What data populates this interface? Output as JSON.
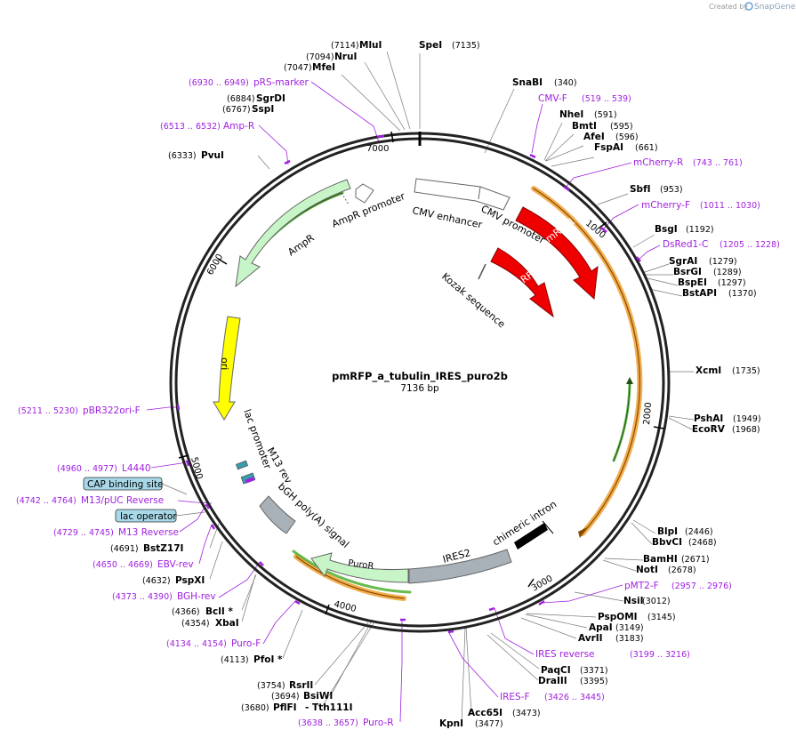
{
  "plasmid": {
    "name": "pmRFP_a_tubulin_IRES_puro2b",
    "length": "7136 bp"
  },
  "credit": {
    "created_by": "Created by",
    "brand": "SnapGene"
  },
  "ticks": [
    "1000",
    "2000",
    "3000",
    "4000",
    "5000",
    "6000",
    "7000"
  ],
  "features": {
    "cmv_enhancer": "CMV enhancer",
    "cmv_promoter": "CMV promoter",
    "mrfp1_a": "mRFP1",
    "mrfp1_b": "mRFP1",
    "kozak": "Kozak sequence",
    "ampr_promoter": "AmpR promoter",
    "ampr": "AmpR",
    "ori": "ori",
    "lac_promoter": "lac promoter",
    "m13_rev": "M13 rev",
    "bgh": "bGH poly(A) signal",
    "puror": "PuroR",
    "ires2": "IRES2",
    "chimeric_intron": "chimeric intron"
  },
  "sites": {
    "mlui": {
      "name": "MluI",
      "pos": "(7114)"
    },
    "nrui": {
      "name": "NruI",
      "pos": "(7094)"
    },
    "mfei": {
      "name": "MfeI",
      "pos": "(7047)"
    },
    "speI": {
      "name": "SpeI",
      "pos": "(7135)"
    },
    "snabi": {
      "name": "SnaBI",
      "pos": "(340)"
    },
    "nhei": {
      "name": "NheI",
      "pos": "(591)"
    },
    "bmti": {
      "name": "BmtI",
      "pos": "(595)"
    },
    "afei": {
      "name": "AfeI",
      "pos": "(596)"
    },
    "fspai": {
      "name": "FspAI",
      "pos": "(661)"
    },
    "sbfi": {
      "name": "SbfI",
      "pos": "(953)"
    },
    "bsgi": {
      "name": "BsgI",
      "pos": "(1192)"
    },
    "sgrai": {
      "name": "SgrAI",
      "pos": "(1279)"
    },
    "bsrgi": {
      "name": "BsrGI",
      "pos": "(1289)"
    },
    "bspei": {
      "name": "BspEI",
      "pos": "(1297)"
    },
    "bstapi": {
      "name": "BstAPI",
      "pos": "(1370)"
    },
    "xcmi": {
      "name": "XcmI",
      "pos": "(1735)"
    },
    "pshai": {
      "name": "PshAI",
      "pos": "(1949)"
    },
    "ecorv": {
      "name": "EcoRV",
      "pos": "(1968)"
    },
    "blpi": {
      "name": "BlpI",
      "pos": "(2446)"
    },
    "bbvci": {
      "name": "BbvCI",
      "pos": "(2468)"
    },
    "bamhi": {
      "name": "BamHI",
      "pos": "(2671)"
    },
    "noti": {
      "name": "NotI",
      "pos": "(2678)"
    },
    "nsii": {
      "name": "NsiI",
      "pos": "(3012)"
    },
    "pspomi": {
      "name": "PspOMI",
      "pos": "(3145)"
    },
    "apai": {
      "name": "ApaI",
      "pos": "(3149)"
    },
    "avrii": {
      "name": "AvrII",
      "pos": "(3183)"
    },
    "paqci": {
      "name": "PaqCI",
      "pos": "(3371)"
    },
    "draiii": {
      "name": "DraIII",
      "pos": "(3395)"
    },
    "acc65i": {
      "name": "Acc65I",
      "pos": "(3473)"
    },
    "kpni": {
      "name": "KpnI",
      "pos": "(3477)"
    },
    "rsrii": {
      "name": "RsrII",
      "pos": "(3754)"
    },
    "bsiwi": {
      "name": "BsiWI",
      "pos": "(3694)"
    },
    "pflfi": {
      "name": "PflFI",
      "pos": "(3680)"
    },
    "tth111i": {
      "name": "- Tth111I"
    },
    "pfoi": {
      "name": "PfoI *",
      "pos": "(4113)"
    },
    "xbai": {
      "name": "XbaI",
      "pos": "(4354)"
    },
    "bcli": {
      "name": "BclI *",
      "pos": "(4366)"
    },
    "pspxi": {
      "name": "PspXI",
      "pos": "(4632)"
    },
    "bstz17i": {
      "name": "BstZ17I",
      "pos": "(4691)"
    },
    "pvui": {
      "name": "PvuI",
      "pos": "(6333)"
    },
    "sspi": {
      "name": "SspI",
      "pos": "(6767)"
    },
    "sgrdi": {
      "name": "SgrDI",
      "pos": "(6884)"
    }
  },
  "primers": {
    "prs": {
      "name": "pRS-marker",
      "range": "(6930 .. 6949)"
    },
    "ampr_p": {
      "name": "Amp-R",
      "range": "(6513 .. 6532)"
    },
    "cmvf": {
      "name": "CMV-F",
      "range": "(519 .. 539)"
    },
    "mcherryr": {
      "name": "mCherry-R",
      "range": "(743 .. 761)"
    },
    "mcherryf": {
      "name": "mCherry-F",
      "range": "(1011 .. 1030)"
    },
    "dsred": {
      "name": "DsRed1-C",
      "range": "(1205 .. 1228)"
    },
    "pmt2f": {
      "name": "pMT2-F",
      "range": "(2957 .. 2976)"
    },
    "iresrev": {
      "name": "IRES reverse",
      "range": "(3199 .. 3216)"
    },
    "iresf": {
      "name": "IRES-F",
      "range": "(3426 .. 3445)"
    },
    "puror_p": {
      "name": "Puro-R",
      "range": "(3638 .. 3657)"
    },
    "purof": {
      "name": "Puro-F",
      "range": "(4134 .. 4154)"
    },
    "bghrev": {
      "name": "BGH-rev",
      "range": "(4373 .. 4390)"
    },
    "ebvrev": {
      "name": "EBV-rev",
      "range": "(4650 .. 4669)"
    },
    "m13rev": {
      "name": "M13 Reverse",
      "range": "(4729 .. 4745)"
    },
    "m13puc": {
      "name": "M13/pUC Reverse",
      "range": "(4742 .. 4764)"
    },
    "l4440": {
      "name": "L4440",
      "range": "(4960 .. 4977)"
    },
    "pbr322": {
      "name": "pBR322ori-F",
      "range": "(5211 .. 5230)"
    }
  },
  "boxes": {
    "cap": "CAP binding site",
    "lacop": "lac operator"
  },
  "colors": {
    "primer": "#a020e0",
    "mrfp": "#ee0000",
    "ampr": "#c8f5c8",
    "ori": "#ffff00",
    "bgh": "#a8b0b8",
    "chimeric": "#000000",
    "orf_orange": "#f0a030",
    "orf_green": "#44aa22",
    "backbone": "#000000"
  }
}
